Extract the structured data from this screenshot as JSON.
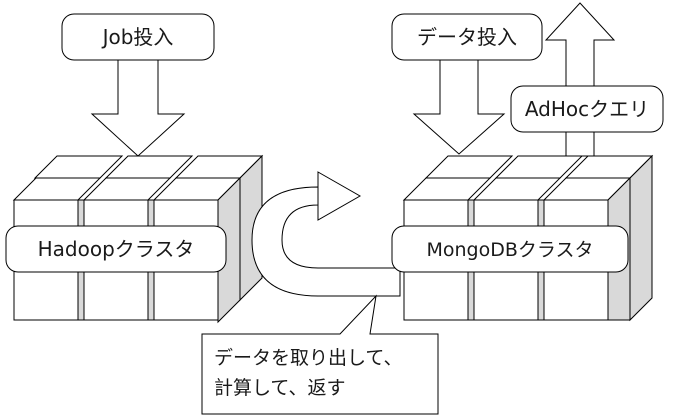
{
  "labels": {
    "job_input": "Job投入",
    "data_input": "データ投入",
    "adhoc_query": "AdHocクエリ",
    "hadoop_cluster": "Hadoopクラスタ",
    "mongodb_cluster": "MongoDBクラスタ",
    "callout_line1": "データを取り出して、",
    "callout_line2": "計算して、返す"
  },
  "colors": {
    "stroke": "#000000",
    "box_fill": "#ffffff",
    "side_fill": "#d9d9d9",
    "text": "#1a1a1a"
  }
}
